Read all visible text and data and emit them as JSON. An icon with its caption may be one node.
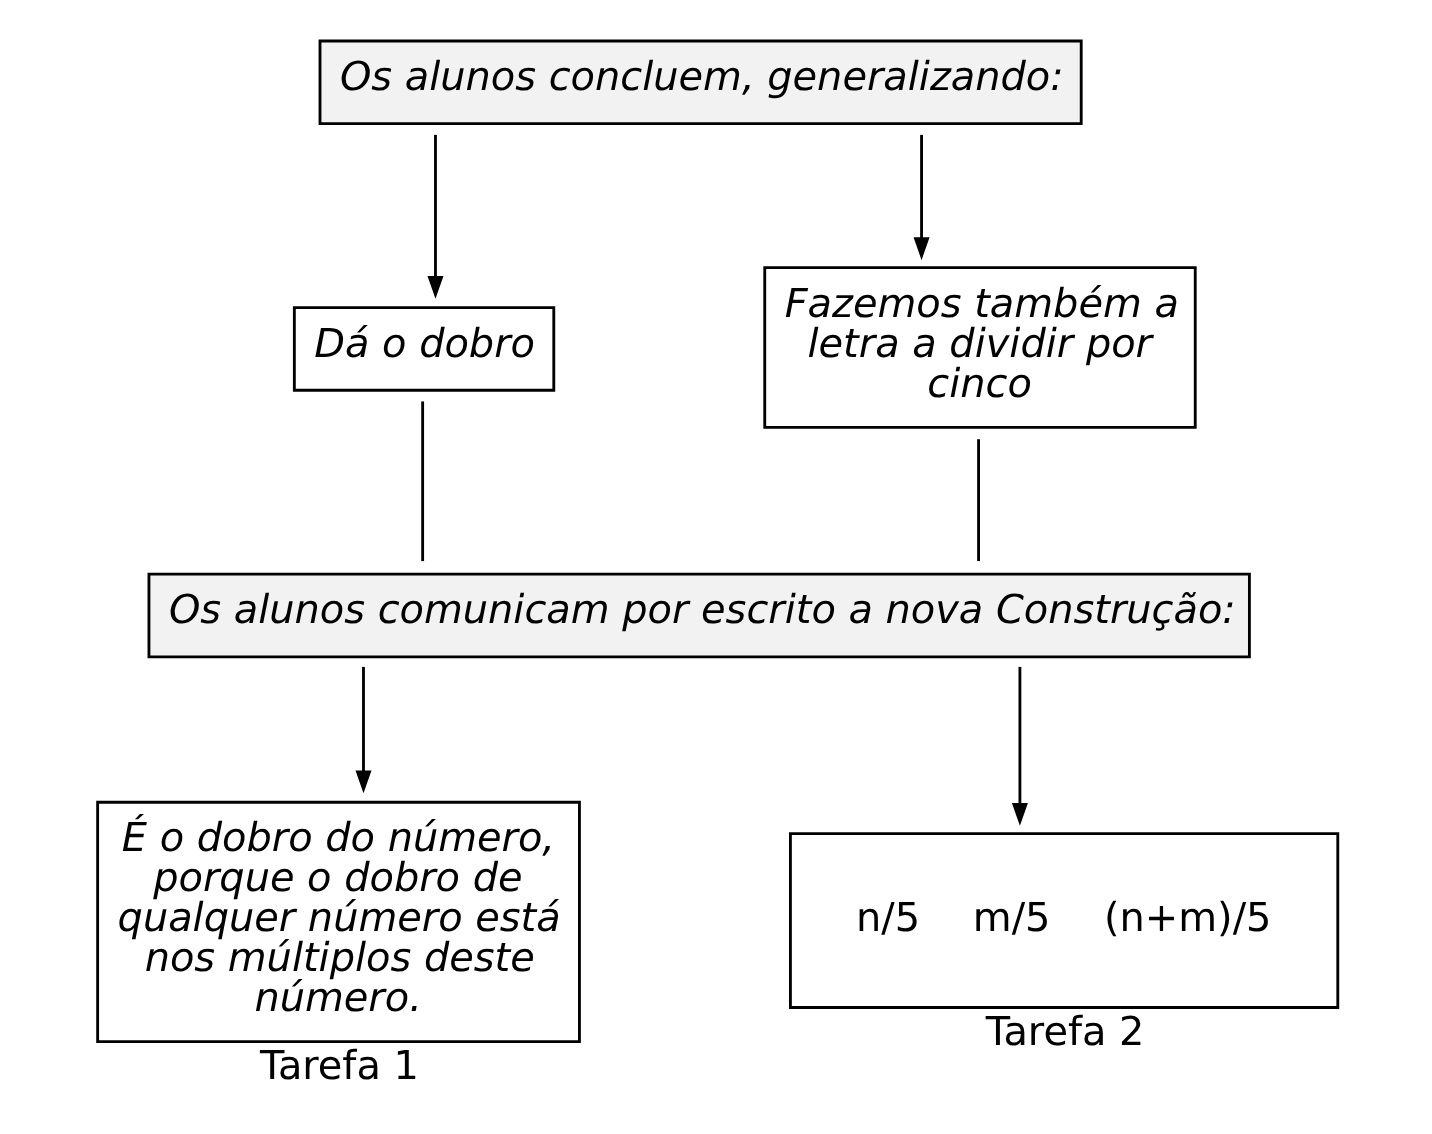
{
  "diagram": {
    "nodes": [
      {
        "text": [
          "Os alunos concluem, generalizando:"
        ]
      },
      {
        "text": [
          "Dá o dobro"
        ]
      },
      {
        "text": [
          "Fazemos também a letra a dividir por cinco"
        ]
      },
      {
        "text": [
          "Os alunos comunicam por escrito a nova Construção:"
        ]
      },
      {
        "text": [
          "É o dobro do número, porque o dobro de qualquer número está nos múltiplos deste número."
        ],
        "beside": [
          "Tarefa 1"
        ]
      },
      {
        "text": [
          "n/5",
          "m/5",
          "(n+m)/5"
        ],
        "beside": [
          "Tarefa 2"
        ]
      }
    ],
    "edges": [
      {
        "from": 0,
        "to": 1,
        "arrow": "to"
      },
      {
        "from": 0,
        "to": 2,
        "arrow": "to"
      },
      {
        "from": 1,
        "to": 3,
        "arrow": "none"
      },
      {
        "from": 2,
        "to": 3,
        "arrow": "none"
      },
      {
        "from": 3,
        "to": 4,
        "arrow": "to"
      },
      {
        "from": 3,
        "to": 5,
        "arrow": "to"
      }
    ]
  }
}
